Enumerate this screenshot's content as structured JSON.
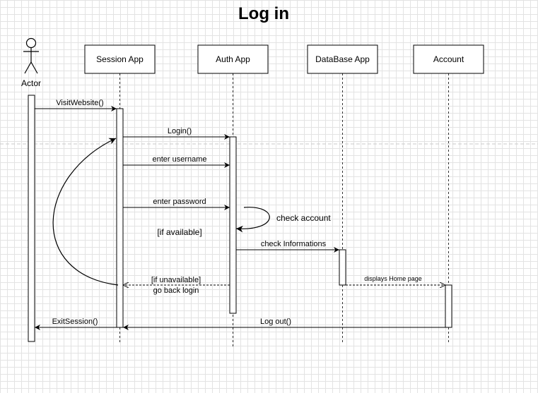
{
  "title": "Log in",
  "participants": {
    "actor": "Actor",
    "session": "Session App",
    "auth": "Auth App",
    "database": "DataBase App",
    "account": "Account"
  },
  "messages": {
    "visit_website": "VisitWebsite()",
    "login": "Login()",
    "enter_username": "enter username",
    "enter_password": "enter  password",
    "check_account": "check account",
    "if_available": "[if available]",
    "check_informations": "check Informations",
    "if_unavailable": "[if unavailable]",
    "go_back_login": "go back login",
    "displays_home_page": "displays Home page",
    "exit_session": "ExitSession()",
    "log_out": "Log out()"
  }
}
